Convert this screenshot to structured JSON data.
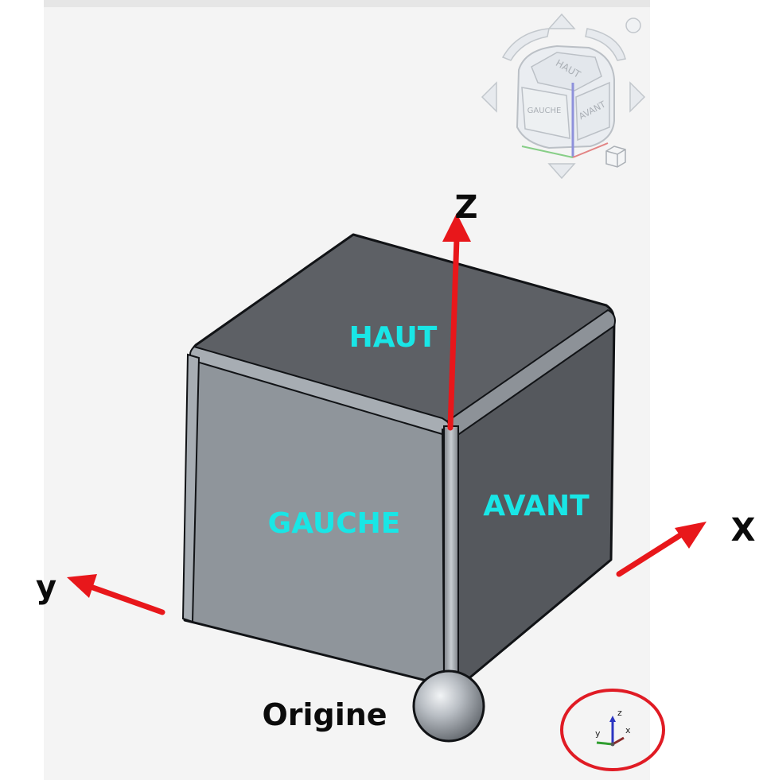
{
  "viewport": {
    "background_color": "#f4f4f4",
    "top_bar_color": "#e6e6e6"
  },
  "cube": {
    "top_face_label": "HAUT",
    "left_face_label": "GAUCHE",
    "front_face_label": "AVANT",
    "face_label_color": "#19e6e6",
    "top_face_color": "#5d6065",
    "left_face_color": "#8f959b",
    "front_face_color": "#55585d"
  },
  "axes": {
    "z_label": "Z",
    "x_label": "X",
    "y_label": "y",
    "origin_label": "Origine",
    "arrow_color": "#e8171b"
  },
  "view_cube": {
    "top_label": "HAUT",
    "left_label": "GAUCHE",
    "front_label": "AVANT"
  },
  "triad": {
    "z_label": "z",
    "y_label": "y",
    "x_label": "x",
    "highlight_color": "#e01b24"
  }
}
